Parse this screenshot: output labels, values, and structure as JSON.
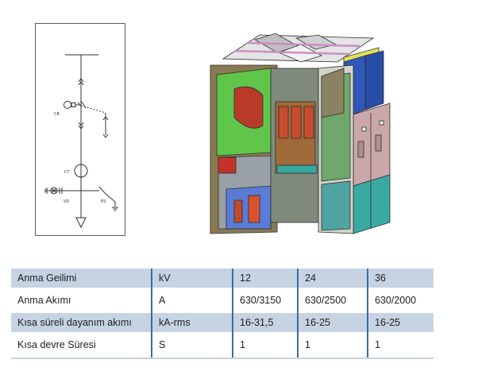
{
  "single_line_diagram": {
    "labels": {
      "cb": "CB",
      "ct": "CT",
      "vd": "VD",
      "es": "ES"
    }
  },
  "spec_table": {
    "rows": [
      {
        "name": "Anma Geilimi",
        "unit": "kV",
        "v12": "12",
        "v24": "24",
        "v36": "36"
      },
      {
        "name": "Anma Akımı",
        "unit": "A",
        "v12": "630/3150",
        "v24": "630/2500",
        "v36": "630/2000"
      },
      {
        "name": "Kısa süreli dayanım akımı",
        "unit": "kA-rms",
        "v12": "16-31,5",
        "v24": "16-25",
        "v36": "16-25"
      },
      {
        "name": "Kısa devre Süresi",
        "unit": "S",
        "v12": "1",
        "v24": "1",
        "v36": "1"
      }
    ]
  },
  "colors": {
    "table_stripe": "#c5d3e2",
    "column_divider": "#3e6aa0",
    "panel_olive": "#8a7a52",
    "panel_blue": "#2f58b8",
    "panel_yellow": "#e4e25a",
    "panel_pink": "#c9a7aa",
    "panel_teal": "#3aa9a2",
    "compartment_green": "#5fc64a"
  }
}
